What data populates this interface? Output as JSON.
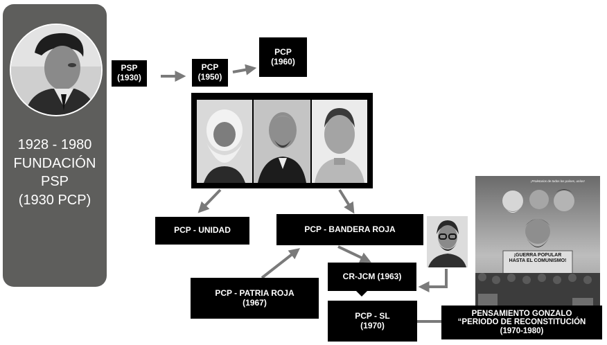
{
  "sidebar": {
    "years": "1928 - 1980",
    "line1": "FUNDACIÓN",
    "line2": "PSP",
    "line3": "(1930 PCP)"
  },
  "nodes": {
    "psp": {
      "l1": "PSP",
      "l2": "(1930)"
    },
    "pcp1950": {
      "l1": "PCP",
      "l2": "(1950)"
    },
    "pcp1960": {
      "l1": "PCP",
      "l2": "(1960)"
    },
    "unidad": {
      "l1": "PCP - UNIDAD"
    },
    "bandera": {
      "l1": "PCP - BANDERA ROJA"
    },
    "patria": {
      "l1": "PCP - PATRIA ROJA",
      "l2": "(1967)"
    },
    "crjcm": {
      "l1": "CR-JCM (1963)"
    },
    "sl": {
      "l1": "PCP - SL",
      "l2": "(1970)"
    },
    "gonzalo": {
      "l1": "PENSAMIENTO GONZALO",
      "l2": "“PERIODO DE RECONSTITUCIÓN",
      "l3": "(1970-1980)"
    }
  },
  "poster": {
    "top_text": "¡Proletarios de todos los países, uníos!",
    "banner_l1": "¡GUERRA POPULAR",
    "banner_l2": "HASTA EL COMUNISMO!"
  },
  "colors": {
    "sidebar": "#5e5e5c",
    "arrow": "#7a7a7a",
    "node": "#000000"
  }
}
